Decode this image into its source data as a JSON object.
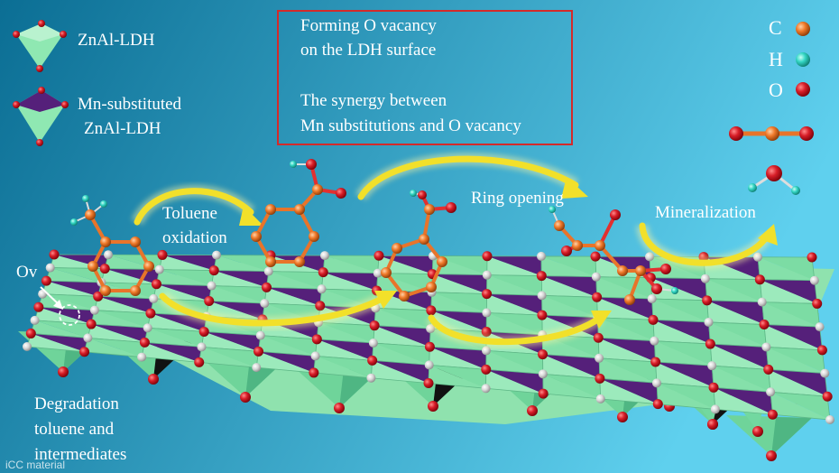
{
  "legend": {
    "znal_ldh": "ZnAl-LDH",
    "mn_substituted_line1": "Mn-substituted",
    "mn_substituted_line2": "ZnAl-LDH"
  },
  "info_box": {
    "line1": "Forming O vacancy",
    "line2": "on the LDH surface",
    "line3": "The synergy between",
    "line4": "Mn substitutions and O vacancy",
    "border_color": "#d42a2a"
  },
  "atoms": [
    {
      "symbol": "C",
      "color": "#f07a2a"
    },
    {
      "symbol": "H",
      "color": "#33d6c4"
    },
    {
      "symbol": "O",
      "color": "#d81e28"
    }
  ],
  "labels": {
    "ov": "Ov",
    "toluene_oxidation_line1": "Toluene",
    "toluene_oxidation_line2": "oxidation",
    "ring_opening": "Ring opening",
    "mineralization": "Mineralization",
    "degradation_line1": "Degradation",
    "degradation_line2": "toluene and",
    "degradation_line3": "intermediates"
  },
  "colors": {
    "background_start": "#0b6e94",
    "background_end": "#5fd0ee",
    "octahedron_green": "#8fe8b2",
    "mn_purple": "#55207a",
    "arrow_yellow": "#f2e02a"
  },
  "watermark": "iCC material"
}
